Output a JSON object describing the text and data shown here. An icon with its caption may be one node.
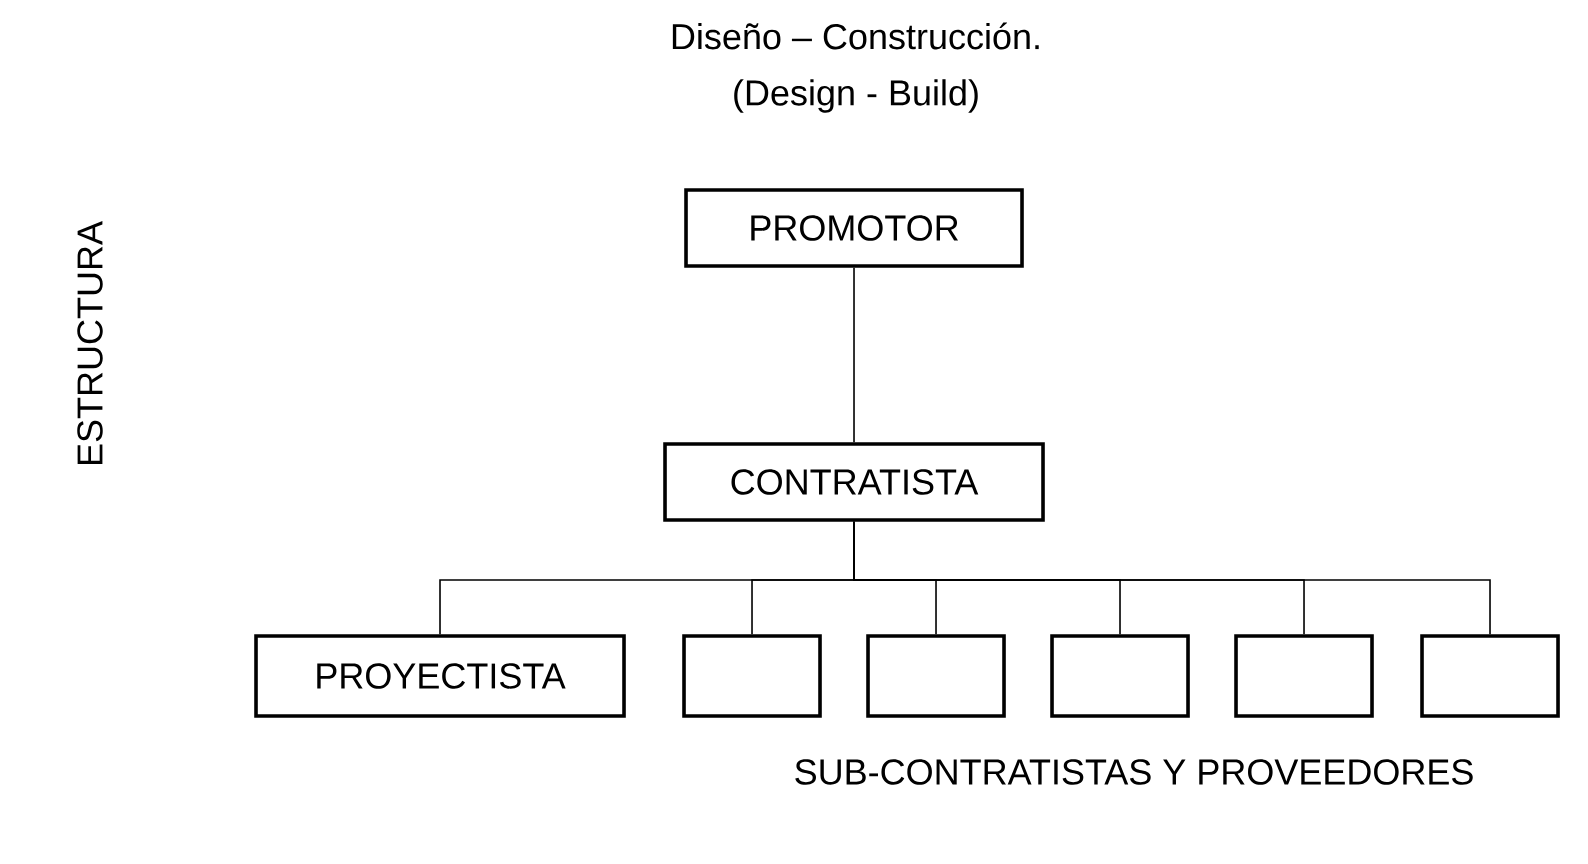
{
  "diagram": {
    "title": "Diseño – Construcción.",
    "nodes": [
      {
        "text": [
          "PROMOTOR"
        ]
      },
      {
        "text": [
          "CONTRATISTA"
        ]
      },
      {
        "text": [
          "PROYECTISTA"
        ]
      },
      {
        "text": [],
        "shape": "box"
      },
      {
        "text": [],
        "shape": "box"
      },
      {
        "text": [],
        "shape": "box"
      },
      {
        "text": [],
        "shape": "box"
      },
      {
        "text": [],
        "shape": "box"
      }
    ],
    "edges": [
      {
        "from": 0,
        "to": 1,
        "arrow": "none"
      },
      {
        "from": 1,
        "to": 2,
        "arrow": "none"
      },
      {
        "from": 1,
        "to": 3,
        "arrow": "none"
      },
      {
        "from": 1,
        "to": 4,
        "arrow": "none"
      },
      {
        "from": 1,
        "to": 5,
        "arrow": "none"
      },
      {
        "from": 1,
        "to": 6,
        "arrow": "none"
      },
      {
        "from": 1,
        "to": 7,
        "arrow": "none"
      }
    ],
    "labels": [
      "(Design - Build)",
      "ESTRUCTURA",
      "SUB-CONTRATISTAS Y PROVEEDORES"
    ]
  }
}
